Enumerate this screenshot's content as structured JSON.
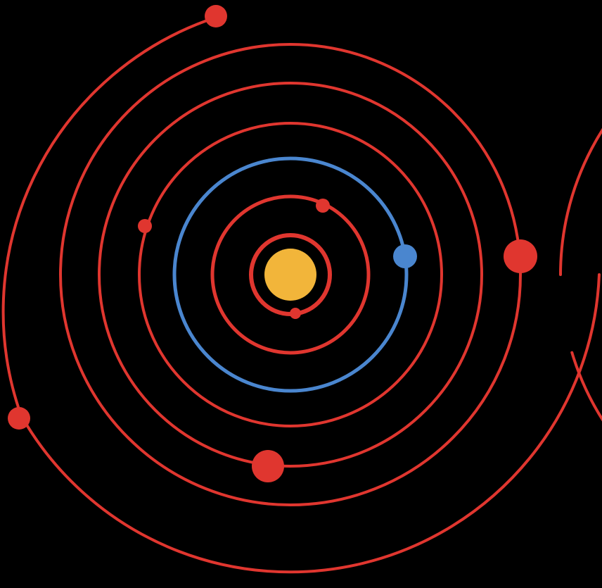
{
  "colors": {
    "background": "#000000",
    "sun": "#f2b53a",
    "orbit_red": "#e0362f",
    "orbit_blue": "#4a86cf",
    "planet_red": "#e0362f",
    "planet_blue": "#4a86cf"
  },
  "diagram": {
    "type": "solar-system-orbits",
    "sun_label": "",
    "orbit_count": 9,
    "planet_count": 9,
    "highlighted_orbit": "orbit-4",
    "highlighted_planet_color": "blue"
  }
}
